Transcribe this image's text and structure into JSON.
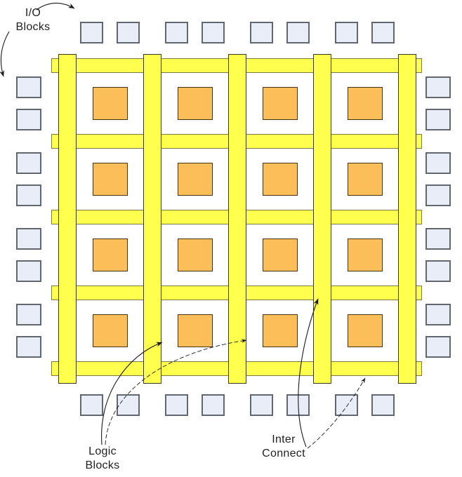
{
  "diagram": {
    "kind": "FPGA architecture diagram",
    "labels": {
      "io": {
        "line1": "I/O",
        "line2": "Blocks"
      },
      "logic": {
        "line1": "Logic",
        "line2": "Blocks"
      },
      "interconnect": {
        "line1": "Inter",
        "line2": "Connect"
      }
    },
    "counts": {
      "logic_blocks": 16,
      "logic_grid": "4x4",
      "io_blocks_total": 32,
      "io_blocks_per_side": 8,
      "interconnect_columns": 5,
      "interconnect_rows": 5,
      "annotation_arrows": 6
    }
  },
  "colors": {
    "bg": "#ffffff",
    "interconnect-fill": "#ffff4e",
    "interconnect-row-border": "#7a7a45",
    "interconnect-col-border": "#3a3a22",
    "logic-fill": "#fbbe59",
    "logic-border": "#443311",
    "io-fill": "#e8edf7",
    "io-border": "#62676f",
    "text": "#1f1f1f",
    "arrow": "#1a1a1a"
  }
}
